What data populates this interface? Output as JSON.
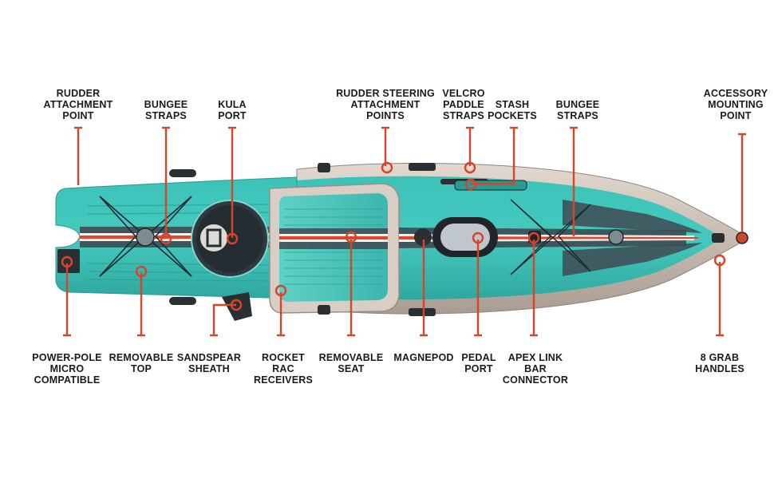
{
  "colors": {
    "leader": "#d6452a",
    "hull_teal": "#3ebfb5",
    "hull_teal_dark": "#2a9a92",
    "tube_gray": "#c9bdb3",
    "stripe_dark": "#3e4a52",
    "stripe_red": "#e0462c",
    "text": "#1b1b1b"
  },
  "callouts": [
    {
      "key": "rudder-attachment-point",
      "lines": [
        "RUDDER",
        "ATTACHMENT",
        "POINT"
      ]
    },
    {
      "key": "bungee-straps-rear",
      "lines": [
        "BUNGEE",
        "STRAPS"
      ]
    },
    {
      "key": "kula-port",
      "lines": [
        "KULA",
        "PORT"
      ]
    },
    {
      "key": "rudder-steering-attachment-points",
      "lines": [
        "RUDDER STEERING",
        "ATTACHMENT",
        "POINTS"
      ]
    },
    {
      "key": "velcro-paddle-straps",
      "lines": [
        "VELCRO",
        "PADDLE",
        "STRAPS"
      ]
    },
    {
      "key": "stash-pockets",
      "lines": [
        "STASH",
        "POCKETS"
      ]
    },
    {
      "key": "bungee-straps-front",
      "lines": [
        "BUNGEE",
        "STRAPS"
      ]
    },
    {
      "key": "accessory-mounting-point",
      "lines": [
        "ACCESSORY",
        "MOUNTING",
        "POINT"
      ]
    },
    {
      "key": "power-pole-micro-compatible",
      "lines": [
        "POWER-POLE",
        "MICRO",
        "COMPATIBLE"
      ]
    },
    {
      "key": "removable-top",
      "lines": [
        "REMOVABLE",
        "TOP"
      ]
    },
    {
      "key": "sandspear-sheath",
      "lines": [
        "SANDSPEAR",
        "SHEATH"
      ]
    },
    {
      "key": "rocket-rac-receivers",
      "lines": [
        "ROCKET",
        "RAC",
        "RECEIVERS"
      ]
    },
    {
      "key": "removable-seat",
      "lines": [
        "REMOVABLE",
        "SEAT"
      ]
    },
    {
      "key": "magnepod",
      "lines": [
        "MAGNEPOD"
      ]
    },
    {
      "key": "pedal-port",
      "lines": [
        "PEDAL",
        "PORT"
      ]
    },
    {
      "key": "apex-link-bar-connector",
      "lines": [
        "APEX LINK",
        "BAR",
        "CONNECTOR"
      ]
    },
    {
      "key": "8-grab-handles",
      "lines": [
        "8 GRAB",
        "HANDLES"
      ]
    }
  ]
}
